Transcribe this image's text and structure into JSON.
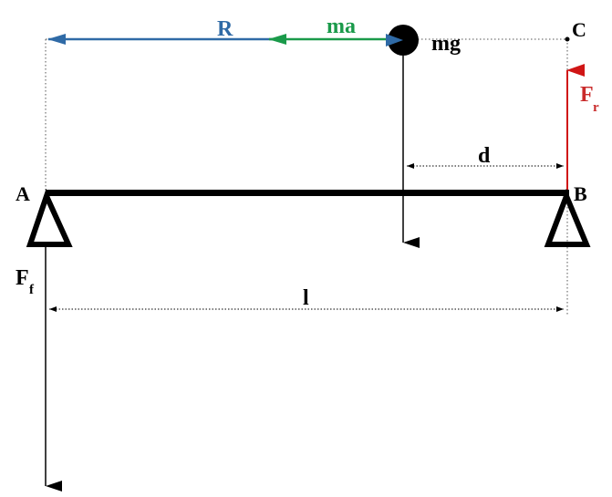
{
  "labels": {
    "R": "R",
    "ma": "ma",
    "mg": "mg",
    "C": "C",
    "F_r_main": "F",
    "F_r_sub": "r",
    "d": "d",
    "A": "A",
    "B": "B",
    "F_f_main": "F",
    "F_f_sub": "f",
    "l": "l"
  },
  "colors": {
    "R": "#2f6aa6",
    "ma": "#1a9a4a",
    "F_r": "#d01515",
    "ink": "#000000"
  }
}
